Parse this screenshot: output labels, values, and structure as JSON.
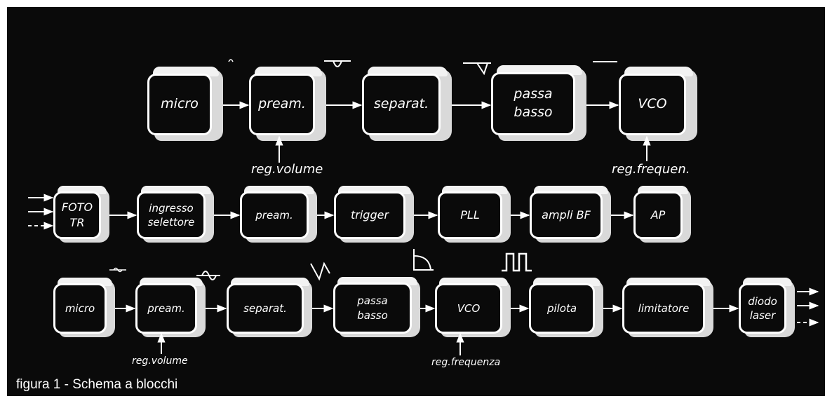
{
  "caption": "figura 1 - Schema a blocchi",
  "row1": {
    "blocks": [
      {
        "lines": [
          "micro"
        ]
      },
      {
        "lines": [
          "pream."
        ]
      },
      {
        "lines": [
          "separat."
        ]
      },
      {
        "lines": [
          "passa",
          "basso"
        ]
      },
      {
        "lines": [
          "VCO"
        ]
      }
    ],
    "controls": [
      "reg.volume",
      "reg.frequen."
    ]
  },
  "row2": {
    "blocks": [
      {
        "lines": [
          "FOTO",
          "TR"
        ]
      },
      {
        "lines": [
          "ingresso",
          "selettore"
        ]
      },
      {
        "lines": [
          "pream."
        ]
      },
      {
        "lines": [
          "trigger"
        ]
      },
      {
        "lines": [
          "PLL"
        ]
      },
      {
        "lines": [
          "ampli BF"
        ]
      },
      {
        "lines": [
          "AP"
        ]
      }
    ]
  },
  "row3": {
    "blocks": [
      {
        "lines": [
          "micro"
        ]
      },
      {
        "lines": [
          "pream."
        ]
      },
      {
        "lines": [
          "separat."
        ]
      },
      {
        "lines": [
          "passa",
          "basso"
        ]
      },
      {
        "lines": [
          "VCO"
        ]
      },
      {
        "lines": [
          "pilota"
        ]
      },
      {
        "lines": [
          "limitatore"
        ]
      },
      {
        "lines": [
          "diodo",
          "laser"
        ]
      }
    ],
    "controls": [
      "reg.volume",
      "reg.frequenza"
    ]
  },
  "colors": {
    "background": "#0a0a0a",
    "foreground": "#ffffff",
    "block_side": "#d9d9d9"
  }
}
